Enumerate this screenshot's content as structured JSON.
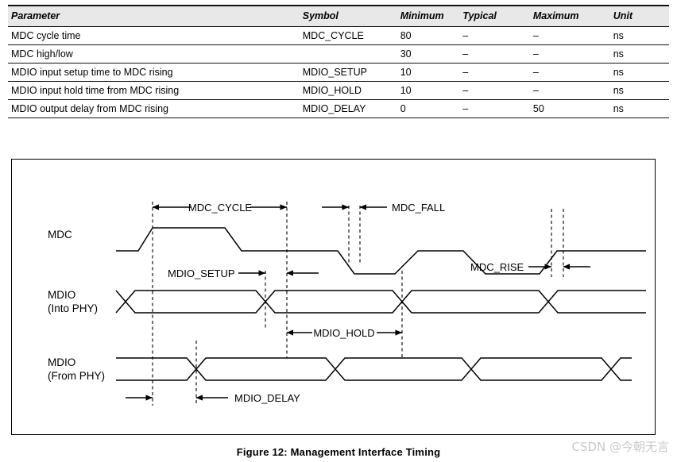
{
  "table": {
    "headers": [
      "Parameter",
      "Symbol",
      "Minimum",
      "Typical",
      "Maximum",
      "Unit"
    ],
    "rows": [
      {
        "parameter": "MDC cycle time",
        "symbol": "MDC_CYCLE",
        "minimum": "80",
        "typical": "–",
        "maximum": "–",
        "unit": "ns"
      },
      {
        "parameter": "MDC high/low",
        "symbol": "",
        "minimum": "30",
        "typical": "–",
        "maximum": "–",
        "unit": "ns"
      },
      {
        "parameter": "MDIO input setup time to MDC rising",
        "symbol": "MDIO_SETUP",
        "minimum": "10",
        "typical": "–",
        "maximum": "–",
        "unit": "ns"
      },
      {
        "parameter": "MDIO input hold time from MDC rising",
        "symbol": "MDIO_HOLD",
        "minimum": "10",
        "typical": "–",
        "maximum": "–",
        "unit": "ns"
      },
      {
        "parameter": "MDIO output delay from MDC rising",
        "symbol": "MDIO_DELAY",
        "minimum": "0",
        "typical": "–",
        "maximum": "50",
        "unit": "ns"
      }
    ]
  },
  "diagram": {
    "signals": {
      "mdc": "MDC",
      "mdio_in_line1": "MDIO",
      "mdio_in_line2": "(Into PHY)",
      "mdio_out_line1": "MDIO",
      "mdio_out_line2": "(From PHY)"
    },
    "annotations": {
      "mdc_cycle": "MDC_CYCLE",
      "mdc_fall": "MDC_FALL",
      "mdc_rise": "MDC_RISE",
      "mdio_setup": "MDIO_SETUP",
      "mdio_hold": "MDIO_HOLD",
      "mdio_delay": "MDIO_DELAY"
    }
  },
  "caption": "Figure 12:  Management Interface Timing",
  "watermark": "CSDN @今朝无言",
  "colors": {
    "header_bg": "#e8e8e8",
    "line": "#000000",
    "watermark": "#c9c9c9"
  }
}
